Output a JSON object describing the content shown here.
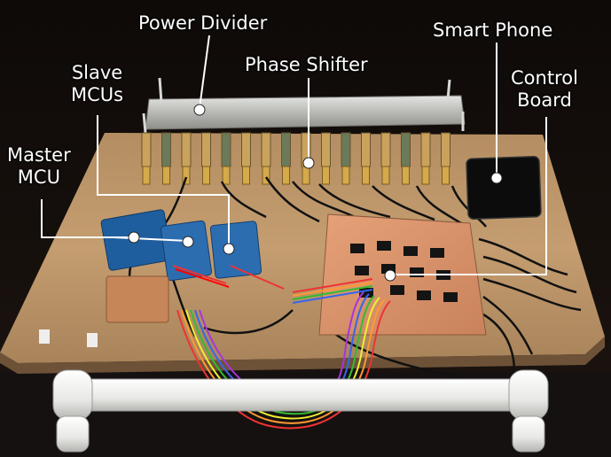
{
  "labels": {
    "power_divider": "Power Divider",
    "smart_phone": "Smart Phone",
    "slave_mcus": [
      "Slave",
      "MCUs"
    ],
    "phase_shifter": "Phase Shifter",
    "control_board": [
      "Control",
      "Board"
    ],
    "master_mcu": [
      "Master",
      "MCU"
    ]
  }
}
